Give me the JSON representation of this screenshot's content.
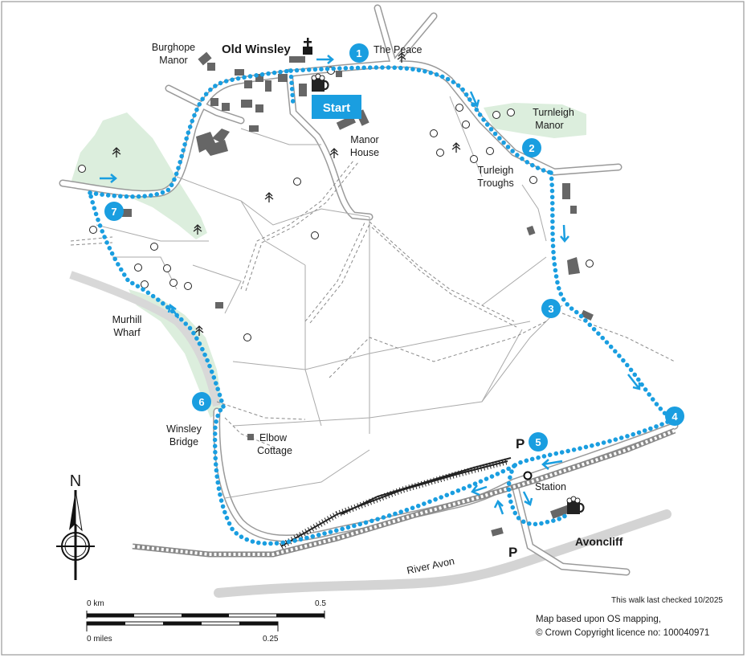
{
  "place_labels": {
    "old_winsley": "Old Winsley",
    "burghope_manor_1": "Burghope",
    "burghope_manor_2": "Manor",
    "the_peace": "The Peace",
    "manor_house_1": "Manor",
    "manor_house_2": "House",
    "turnleigh_manor_1": "Turnleigh",
    "turnleigh_manor_2": "Manor",
    "turleigh_troughs_1": "Turleigh",
    "turleigh_troughs_2": "Troughs",
    "murhill_wharf_1": "Murhill",
    "murhill_wharf_2": "Wharf",
    "winsley_bridge_1": "Winsley",
    "winsley_bridge_2": "Bridge",
    "elbow_cottage_1": "Elbow",
    "elbow_cottage_2": "Cottage",
    "station": "Station",
    "avoncliff": "Avoncliff",
    "river_avon": "River Avon"
  },
  "start_label": "Start",
  "waypoints": [
    "1",
    "2",
    "3",
    "4",
    "5",
    "6",
    "7"
  ],
  "parking_label": "P",
  "north_label": "N",
  "scale": {
    "km_start": "0 km",
    "km_end": "0.5",
    "miles_start": "0 miles",
    "miles_end": "0.25"
  },
  "footer": {
    "checked": "This walk last checked 10/2025",
    "credit_line1": "Map based upon OS mapping,",
    "credit_line2": "© Crown Copyright licence no: 100040971"
  },
  "colors": {
    "route": "#1a9ee0",
    "waypoint_fill": "#1a9ee0",
    "woodland": "#dceedd",
    "road": "#9a9a9a",
    "river": "#d6d6d6",
    "building": "#666666"
  },
  "icons": [
    "church-icon",
    "pub-icon",
    "tree-icon",
    "conifer-icon",
    "north-arrow-icon",
    "station-icon"
  ]
}
